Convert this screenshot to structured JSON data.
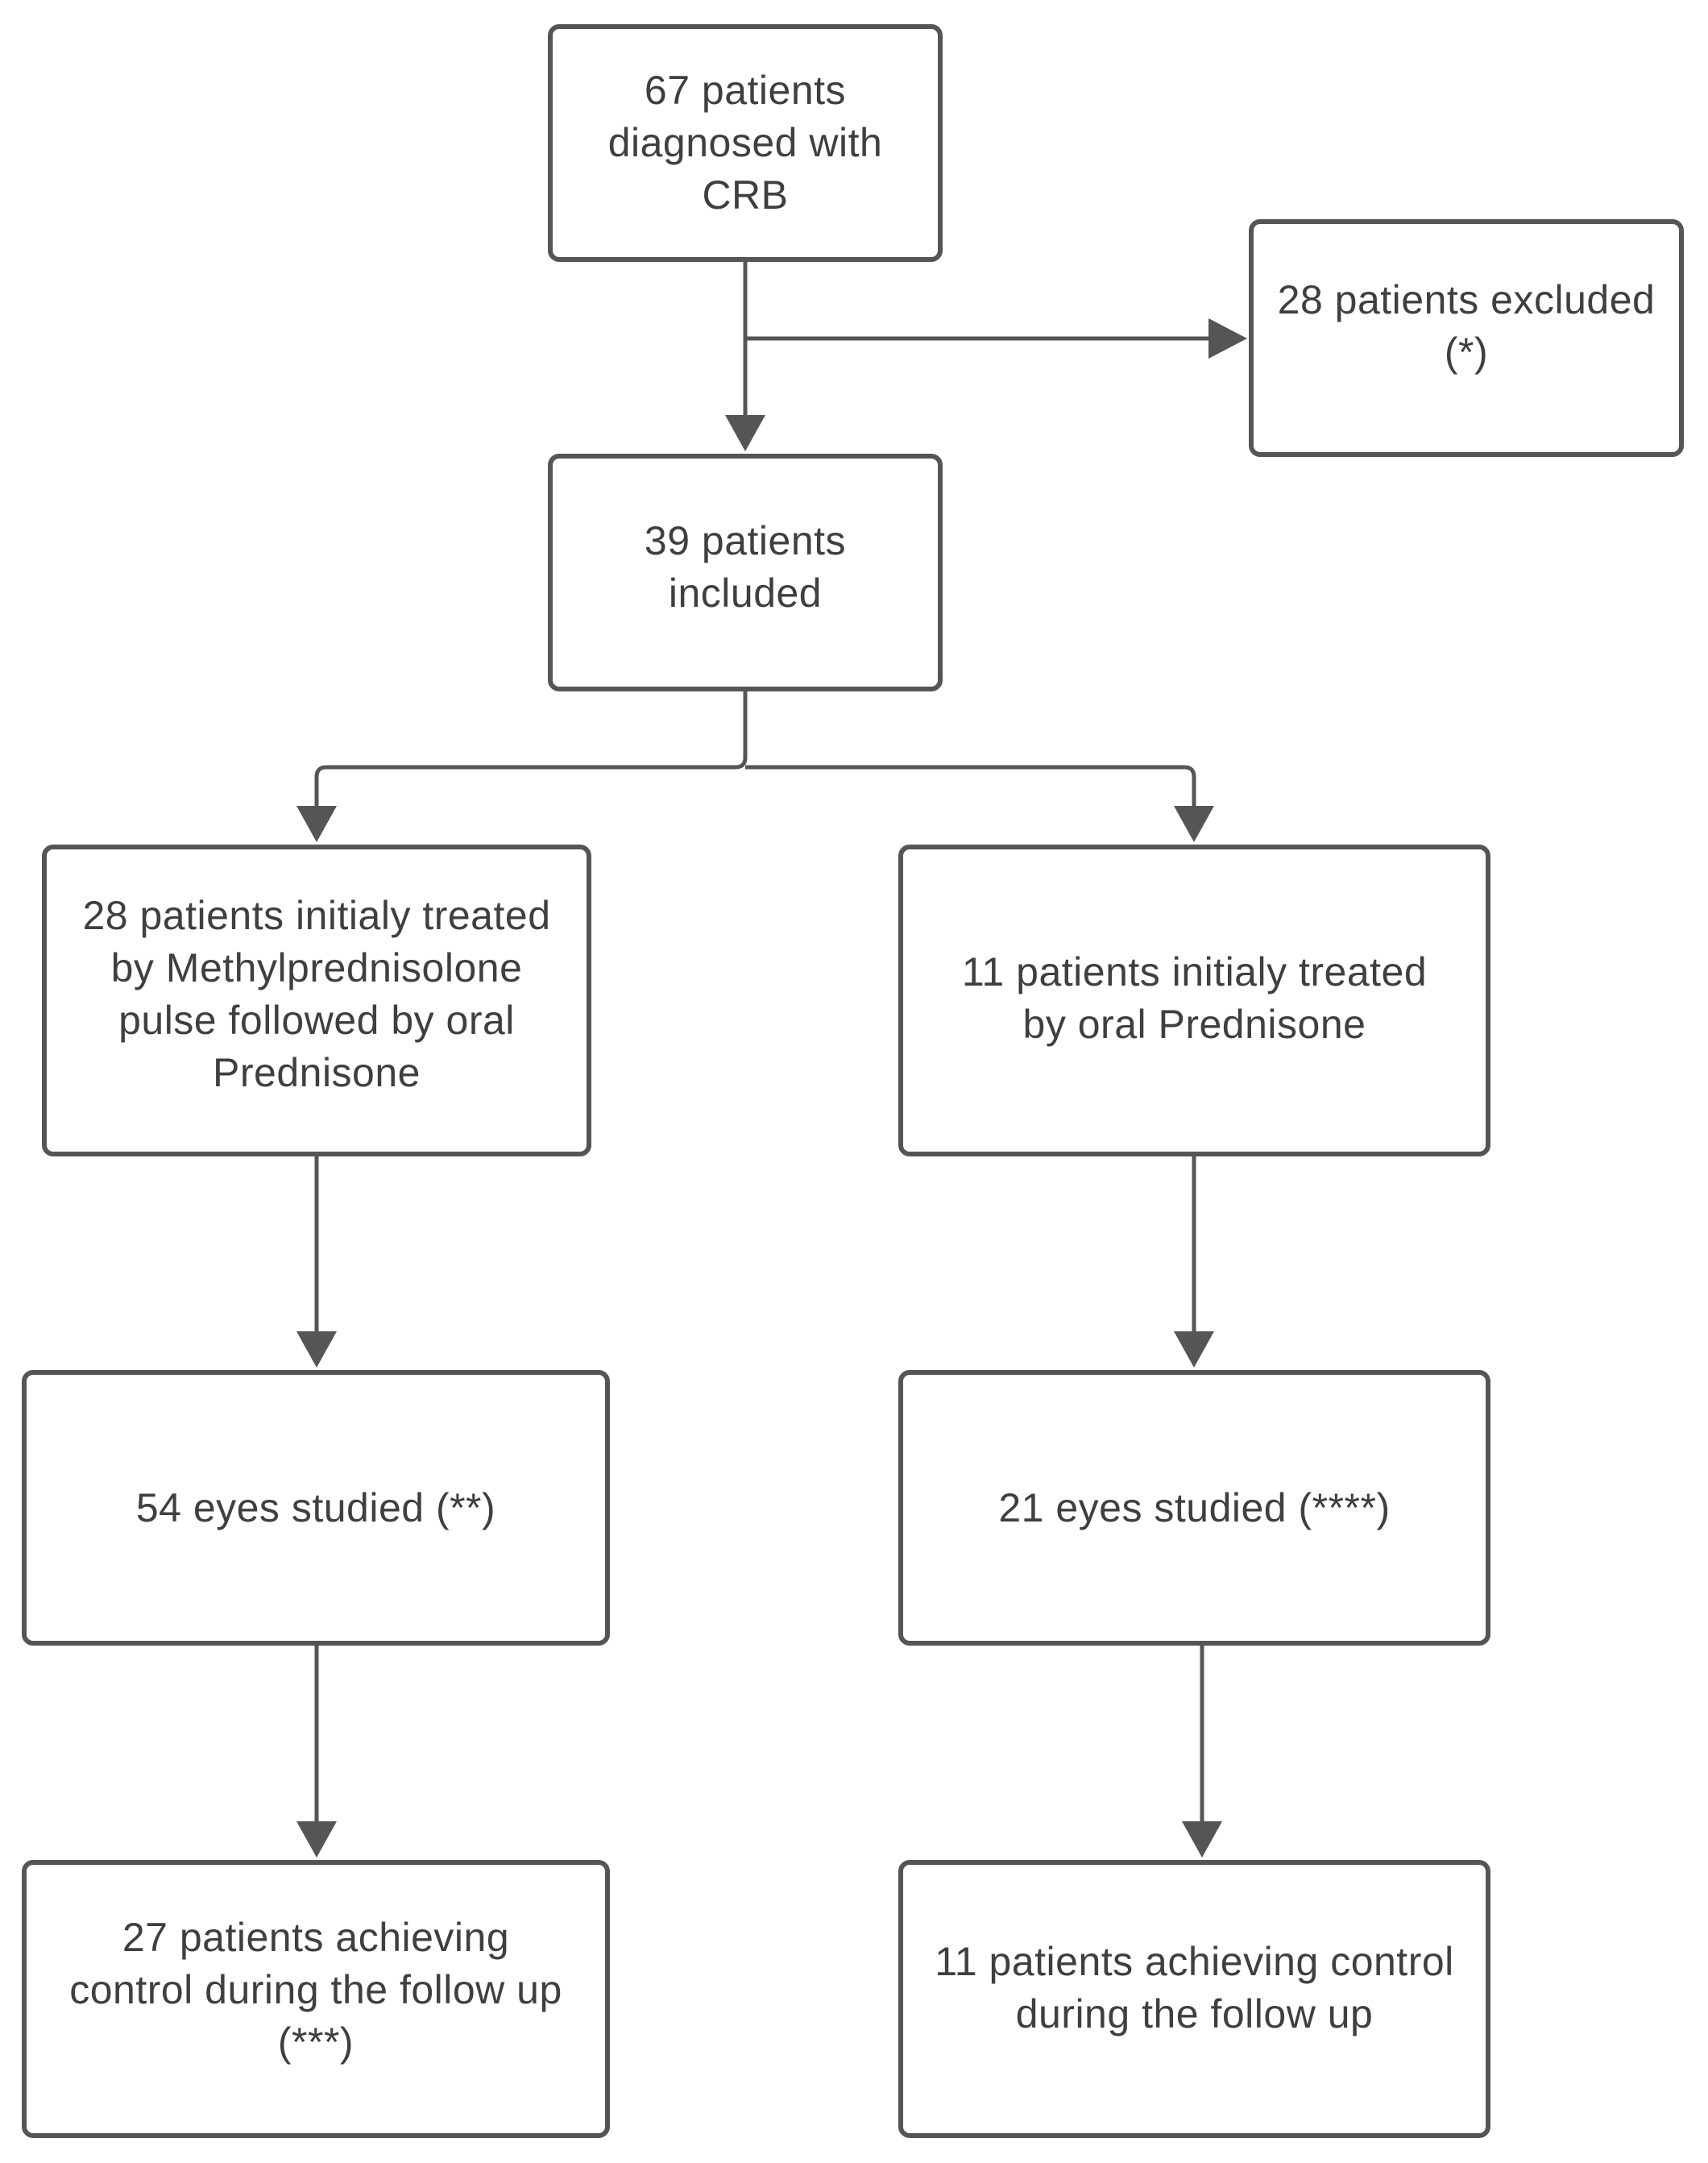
{
  "diagram": {
    "nodes": {
      "diagnosed": "67 patients\ndiagnosed with\nCRB",
      "excluded": "28 patients excluded\n(*)",
      "included": "39 patients\nincluded",
      "methylpred": "28 patients initialy treated\nby Methylprednisolone\npulse followed by oral\nPrednisone",
      "oral_pred": "11 patients initialy treated\nby oral Prednisone",
      "eyes_54": "54 eyes studied (**)",
      "eyes_21": "21 eyes studied (****)",
      "control_27": "27 patients achieving\ncontrol during the follow up\n(***)",
      "control_11": "11 patients achieving control\nduring the follow up"
    },
    "colors": {
      "border": "#555555",
      "text": "#3f3f3f",
      "arrow": "#555555"
    }
  }
}
